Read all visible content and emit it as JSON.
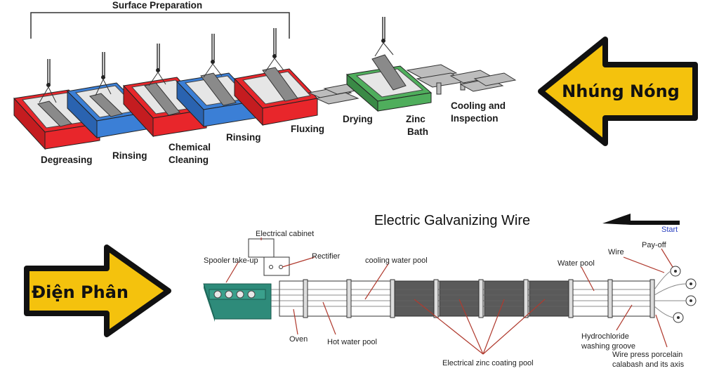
{
  "hot_dip": {
    "header": "Surface Preparation",
    "arrow_label": "Nhúng Nóng",
    "steps": {
      "degreasing": "Degreasing",
      "rinsing1": "Rinsing",
      "chemical_1": "Chemical",
      "chemical_2": "Cleaning",
      "rinsing2": "Rinsing",
      "fluxing": "Fluxing",
      "drying": "Drying",
      "zinc_1": "Zinc",
      "zinc_2": "Bath",
      "cooling_1": "Cooling and",
      "cooling_2": "Inspection"
    },
    "colors": {
      "red": "#e8262b",
      "blue": "#3b7fd6",
      "green": "#4fae5c",
      "arrow_fill": "#f4c20d"
    }
  },
  "electro": {
    "title": "Electric Galvanizing Wire",
    "arrow_label": "Điện Phân",
    "start": "Start",
    "labels": {
      "electrical_cabinet": "Electrical cabinet",
      "spooler": "Spooler take-up",
      "rectifier": "Rectifier",
      "cooling_water_pool": "cooling water pool",
      "water_pool": "Water pool",
      "wire": "Wire",
      "payoff": "Pay-off",
      "oven": "Oven",
      "hot_water_pool": "Hot water pool",
      "zinc_coating_pool": "Electrical zinc coating pool",
      "hcl_1": "Hydrochloride",
      "hcl_2": "washing groove",
      "porcelain_1": "Wire press porcelain",
      "porcelain_2": "calabash and its axis"
    },
    "colors": {
      "leader": "#b03a2e",
      "start": "#2a3fbf",
      "tank_dark": "#5a5a5a",
      "spooler": "#2e8b7a"
    }
  }
}
